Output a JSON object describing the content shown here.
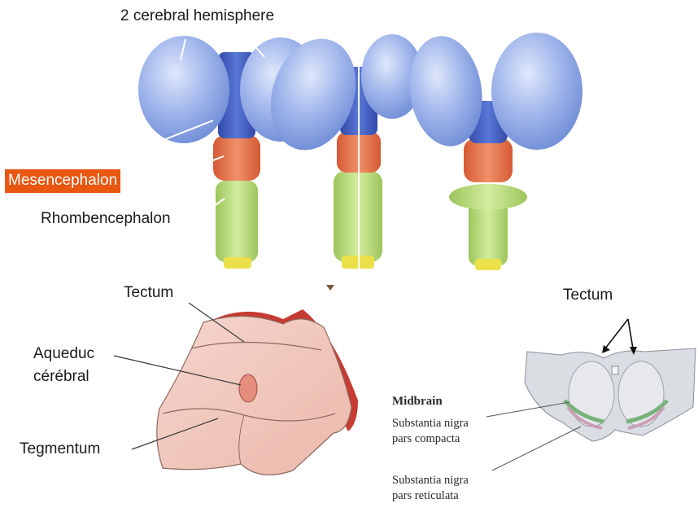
{
  "labels": {
    "hemisphere": "2 cerebral hemisphere",
    "mesencephalon": "Mesencephalon",
    "rhombencephalon": "Rhombencephalon",
    "tectum_left": "Tectum",
    "aqueduc_line1": "Aqueduc",
    "aqueduc_line2": "cérébral",
    "tegmentum": "Tegmentum",
    "tectum_right": "Tectum",
    "midbrain": "Midbrain",
    "snc_line1": "Substantia nigra",
    "snc_line2": "pars compacta",
    "snr_line1": "Substantia nigra",
    "snr_line2": "pars reticulata"
  },
  "colors": {
    "hemisphere": "#9db3ea",
    "diencephalon": "#4863c6",
    "mesencephalon": "#e77b52",
    "rhombencephalon": "#b6d879",
    "spinal_tip": "#ece04a",
    "highlight_box": "#e8560f",
    "midbrain_section": "#f1c6bc",
    "midbrain_edge": "#c63c32"
  }
}
